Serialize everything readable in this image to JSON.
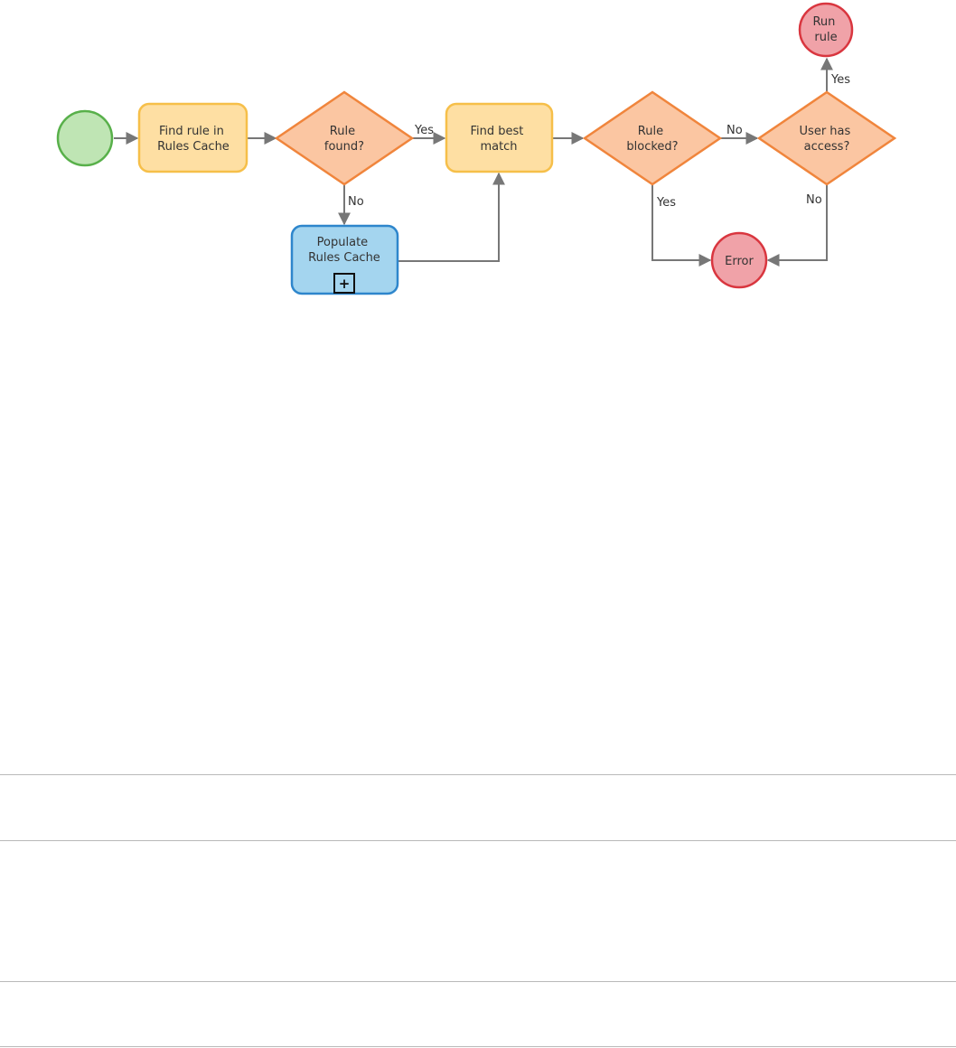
{
  "nodes": {
    "start": {
      "type": "start-event"
    },
    "find_rule": {
      "lines": [
        "Find rule in",
        "Rules Cache"
      ]
    },
    "rule_found": {
      "lines": [
        "Rule",
        "found?"
      ]
    },
    "populate": {
      "lines": [
        "Populate",
        "Rules Cache"
      ],
      "marker": "+"
    },
    "find_best": {
      "lines": [
        "Find best",
        "match"
      ]
    },
    "rule_blocked": {
      "lines": [
        "Rule",
        "blocked?"
      ]
    },
    "user_access": {
      "lines": [
        "User has",
        "access?"
      ]
    },
    "run_rule": {
      "lines": [
        "Run",
        "rule"
      ]
    },
    "error": {
      "lines": [
        "Error"
      ]
    }
  },
  "edges": {
    "found_yes": "Yes",
    "found_no": "No",
    "blocked_no": "No",
    "blocked_yes": "Yes",
    "access_yes": "Yes",
    "access_no": "No"
  },
  "colors": {
    "start_fill": "#bfe5b4",
    "start_stroke": "#58b04a",
    "task_fill": "#fedfa3",
    "task_stroke": "#f6bf49",
    "gateway_fill": "#fbc6a2",
    "gateway_stroke": "#f0853c",
    "subprocess_fill": "#a4d5ef",
    "subprocess_stroke": "#2e86cc",
    "end_fill": "#f0a2a8",
    "end_stroke": "#d9363f",
    "connector": "#777777"
  }
}
